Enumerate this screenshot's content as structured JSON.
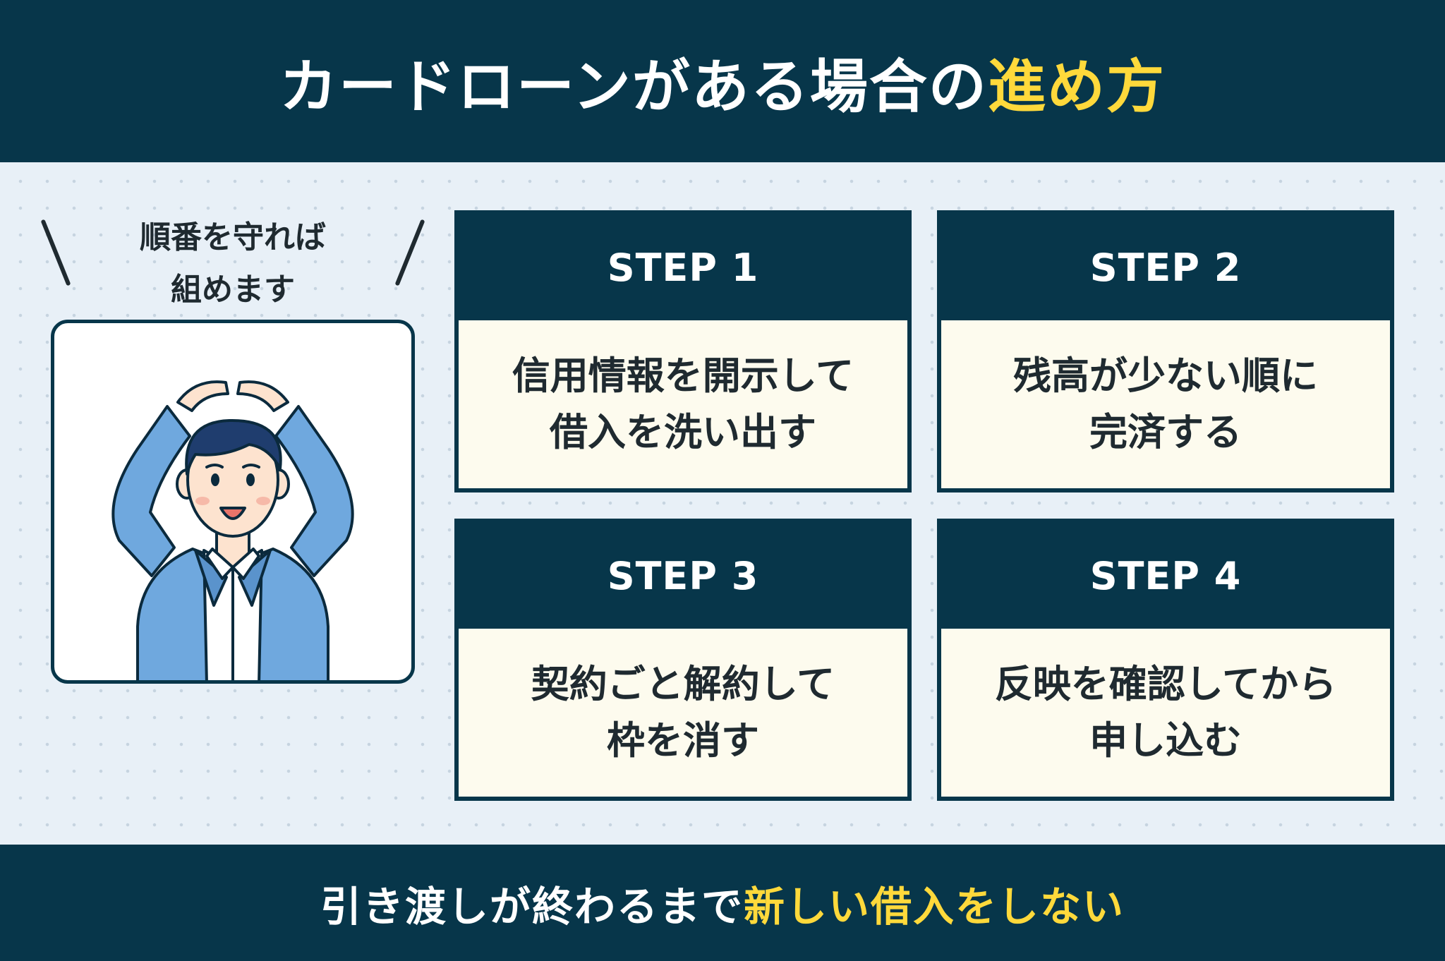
{
  "header": {
    "title_main": "カードローンがある場合の",
    "title_highlight": "進め方"
  },
  "callout": {
    "line1": "順番を守れば",
    "line2": "組めます"
  },
  "steps": [
    {
      "label": "STEP 1",
      "line1": "信用情報を開示して",
      "line2": "借入を洗い出す"
    },
    {
      "label": "STEP 2",
      "line1": "残高が少ない順に",
      "line2": "完済する"
    },
    {
      "label": "STEP 3",
      "line1": "契約ごと解約して",
      "line2": "枠を消す"
    },
    {
      "label": "STEP 4",
      "line1": "反映を確認してから",
      "line2": "申し込む"
    }
  ],
  "footer": {
    "text_main": "引き渡しが終わるまで",
    "text_highlight": "新しい借入をしない"
  },
  "colors": {
    "navy": "#07364a",
    "highlight": "#ffd93b",
    "card_body": "#fdfbee",
    "background": "#e8f0f7",
    "jacket": "#6fa8de"
  },
  "illustration": "man-making-circle-with-arms-icon"
}
